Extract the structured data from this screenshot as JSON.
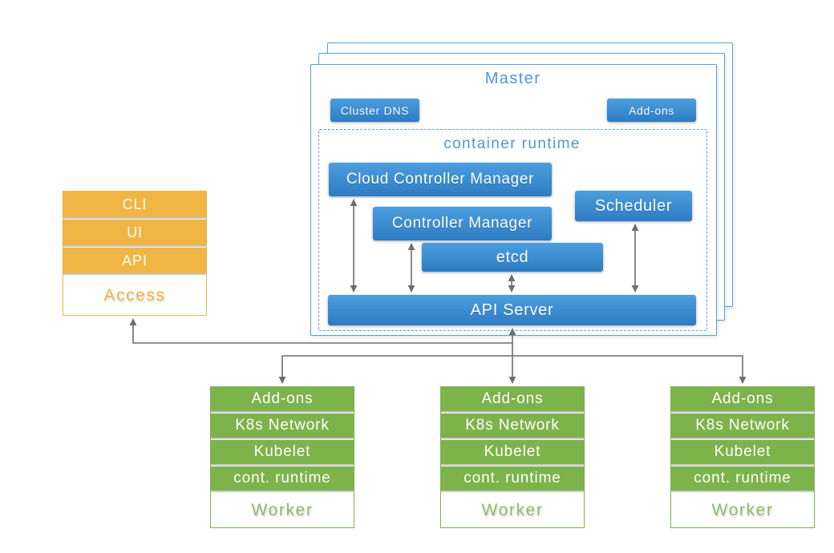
{
  "master": {
    "title": "Master",
    "cluster_dns_label": "Cluster DNS",
    "addons_label": "Add-ons",
    "container_runtime_label": "container runtime",
    "components": {
      "cloud_controller_manager": "Cloud Controller Manager",
      "controller_manager": "Controller Manager",
      "scheduler": "Scheduler",
      "etcd": "etcd",
      "api_server": "API Server"
    }
  },
  "access": {
    "label": "Access",
    "items": [
      "CLI",
      "UI",
      "API"
    ]
  },
  "workers": [
    {
      "label": "Worker",
      "items": [
        "Add-ons",
        "K8s Network",
        "Kubelet",
        "cont. runtime"
      ]
    },
    {
      "label": "Worker",
      "items": [
        "Add-ons",
        "K8s Network",
        "Kubelet",
        "cont. runtime"
      ]
    },
    {
      "label": "Worker",
      "items": [
        "Add-ons",
        "K8s Network",
        "Kubelet",
        "cont. runtime"
      ]
    }
  ],
  "colors": {
    "blue_top": "#4c9edf",
    "blue_bottom": "#2e7cc3",
    "light_blue": "#5b9fd6",
    "blue_text": "#4f96d2",
    "orange": "#f0b543",
    "green": "#7cb34b",
    "green_text": "#8dbf63",
    "arrow_gray": "#6e6e6e"
  }
}
